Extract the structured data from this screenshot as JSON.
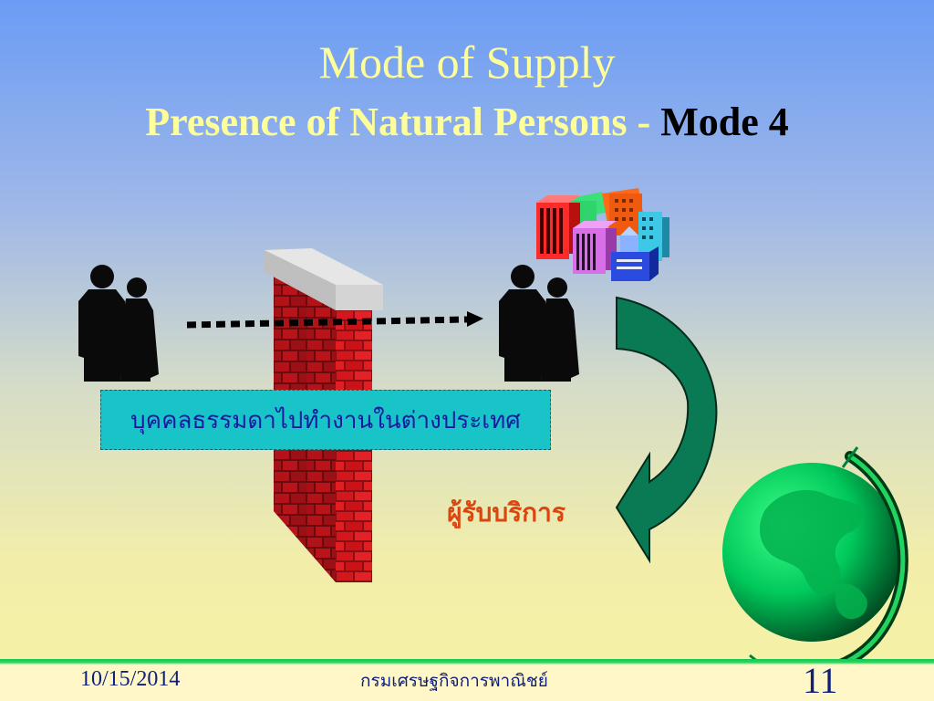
{
  "slide": {
    "title_line1": "Mode of Supply",
    "title_line2_part1": "Presence of Natural Persons - ",
    "title_line2_part2": "Mode 4",
    "thai_caption": "บุคคลธรรมดาไปทำงานในต่างประเทศ",
    "service_receiver_label": "ผู้รับบริการ"
  },
  "footer": {
    "date": "10/15/2014",
    "organization": "กรมเศรษฐกิจการพาณิชย์",
    "page_number": "11"
  },
  "colors": {
    "title_yellow": "#ffff99",
    "caption_box": "#19c4c9",
    "caption_text": "#1a1aa0",
    "receiver_text": "#d9460f",
    "arrow_fill": "#0a7a55",
    "brick_red": "#c4161c",
    "footer_green": "#17c44f"
  }
}
